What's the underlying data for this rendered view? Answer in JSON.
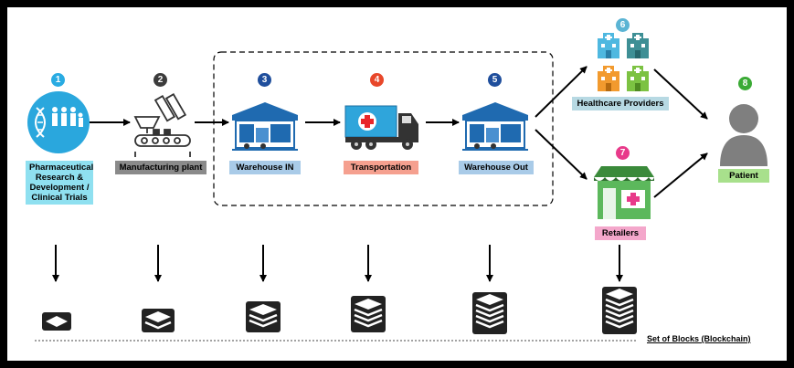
{
  "steps": [
    {
      "number": "1",
      "label": "Pharmaceutical Research & Development / Clinical Trials",
      "color": "#29abe2"
    },
    {
      "number": "2",
      "label": "Manufacturing plant",
      "color": "#3c3c3c"
    },
    {
      "number": "3",
      "label": "Warehouse IN",
      "color": "#1f4e9c"
    },
    {
      "number": "4",
      "label": "Transportation",
      "color": "#e8472a"
    },
    {
      "number": "5",
      "label": "Warehouse Out",
      "color": "#1f4e9c"
    },
    {
      "number": "6",
      "label": "Healthcare Providers",
      "color": "#5bb4d4"
    },
    {
      "number": "7",
      "label": "Retailers",
      "color": "#e83a8a"
    },
    {
      "number": "8",
      "label": "Patient",
      "color": "#3aaa35"
    }
  ],
  "label_colors": {
    "research": "#8fe0f0",
    "manufacturing": "#8a8a8a",
    "warehouse": "#a9cbe8",
    "transport": "#f5a08f",
    "healthcare": "#b7d9e3",
    "retailers": "#f4a7cb",
    "patient": "#a8e08c"
  },
  "blockchain_label": "Set of Blocks (Blockchain)"
}
